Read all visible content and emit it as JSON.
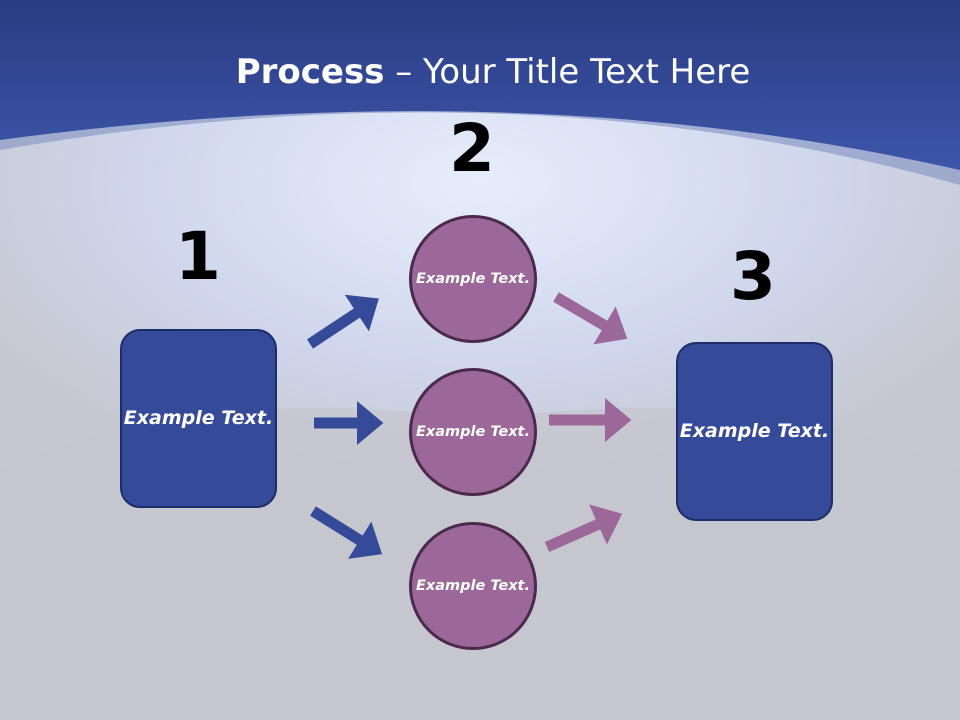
{
  "title": {
    "bold": "Process",
    "rest": " – Your Title Text Here"
  },
  "steps": [
    {
      "number": "1",
      "label": "Example Text."
    },
    {
      "number": "2",
      "labels": [
        "Example Text.",
        "Example Text.",
        "Example Text."
      ]
    },
    {
      "number": "3",
      "label": "Example Text."
    }
  ],
  "colors": {
    "header": "#34499c",
    "box": "#354a98",
    "circle": "#9b6899",
    "arrow_blue": "#354a98",
    "arrow_purple": "#9b6899"
  }
}
